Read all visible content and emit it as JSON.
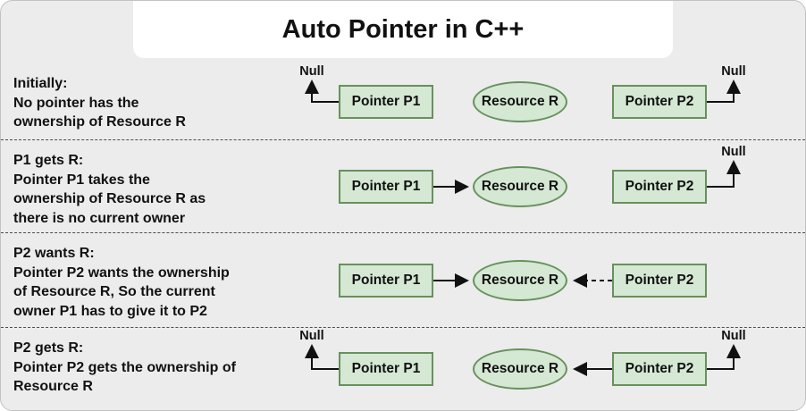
{
  "title": "Auto Pointer in C++",
  "colors": {
    "background": "#ececec",
    "title_background": "#ffffff",
    "node_fill": "#d5e8d4",
    "node_border": "#67915c",
    "text": "#111111",
    "arrow": "#111111"
  },
  "nodes": {
    "p1": "Pointer P1",
    "resource": "Resource R",
    "p2": "Pointer P2",
    "null": "Null"
  },
  "rows": [
    {
      "heading": "Initially:",
      "body": "No pointer has the\nownership of Resource R",
      "arrows": [
        "p1-points-to-null",
        "p2-points-to-null"
      ]
    },
    {
      "heading": "P1 gets R:",
      "body": "Pointer P1 takes the\nownership of Resource R as\nthere is no current owner",
      "arrows": [
        "p1-owns-resource",
        "p2-points-to-null"
      ]
    },
    {
      "heading": "P2 wants R:",
      "body": "Pointer P2 wants the ownership\nof Resource R, So the current\nowner P1 has to give it to P2",
      "arrows": [
        "p1-owns-resource",
        "p2-requests-resource-dashed"
      ]
    },
    {
      "heading": "P2 gets R:",
      "body": "Pointer P2 gets the ownership of\nResource R",
      "arrows": [
        "p1-points-to-null",
        "p2-owns-resource",
        "p2-points-to-null"
      ]
    }
  ]
}
